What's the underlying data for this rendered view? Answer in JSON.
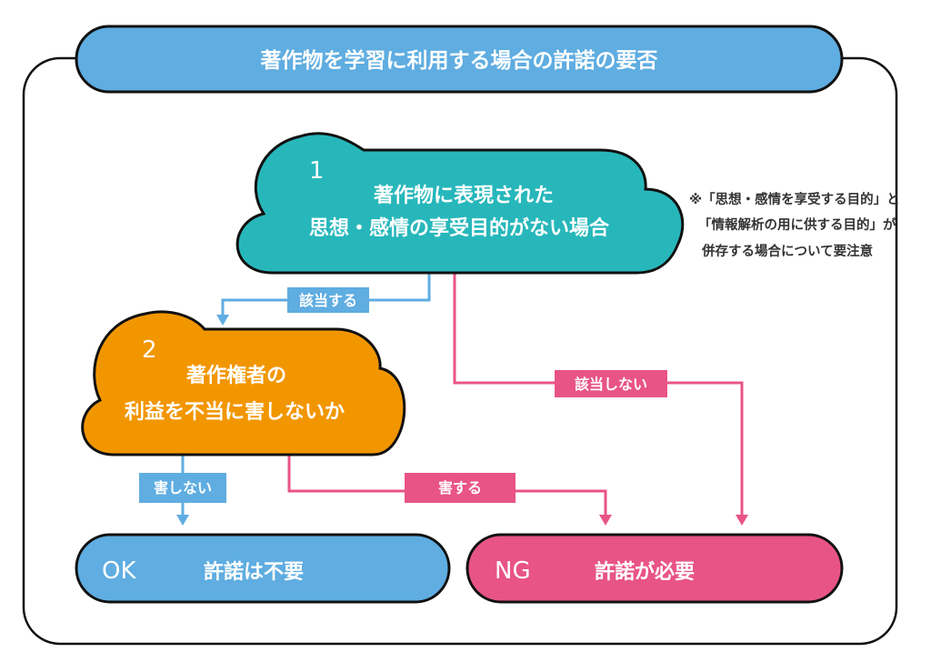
{
  "title": "著作物を学習に利用する場合の許諾の要否",
  "colors": {
    "blue": "#5fade1",
    "teal": "#27b7bb",
    "orange": "#f29600",
    "pink": "#e85485",
    "outline": "#111111"
  },
  "step1": {
    "number": "1",
    "line1": "著作物に表現された",
    "line2": "思想・感情の享受目的がない場合"
  },
  "step2": {
    "number": "2",
    "line1": "著作権者の",
    "line2": "利益を不当に害しないか"
  },
  "note": {
    "line1": "※「思想・感情を享受する目的」と",
    "line2": "「情報解析の用に供する目的」が",
    "line3": "併存する場合について要注意"
  },
  "edges": {
    "applies": "該当する",
    "not_applies": "該当しない",
    "not_harm": "害しない",
    "harm": "害する"
  },
  "results": {
    "ok": {
      "code": "OK",
      "text": "許諾は不要"
    },
    "ng": {
      "code": "NG",
      "text": "許諾が必要"
    }
  }
}
